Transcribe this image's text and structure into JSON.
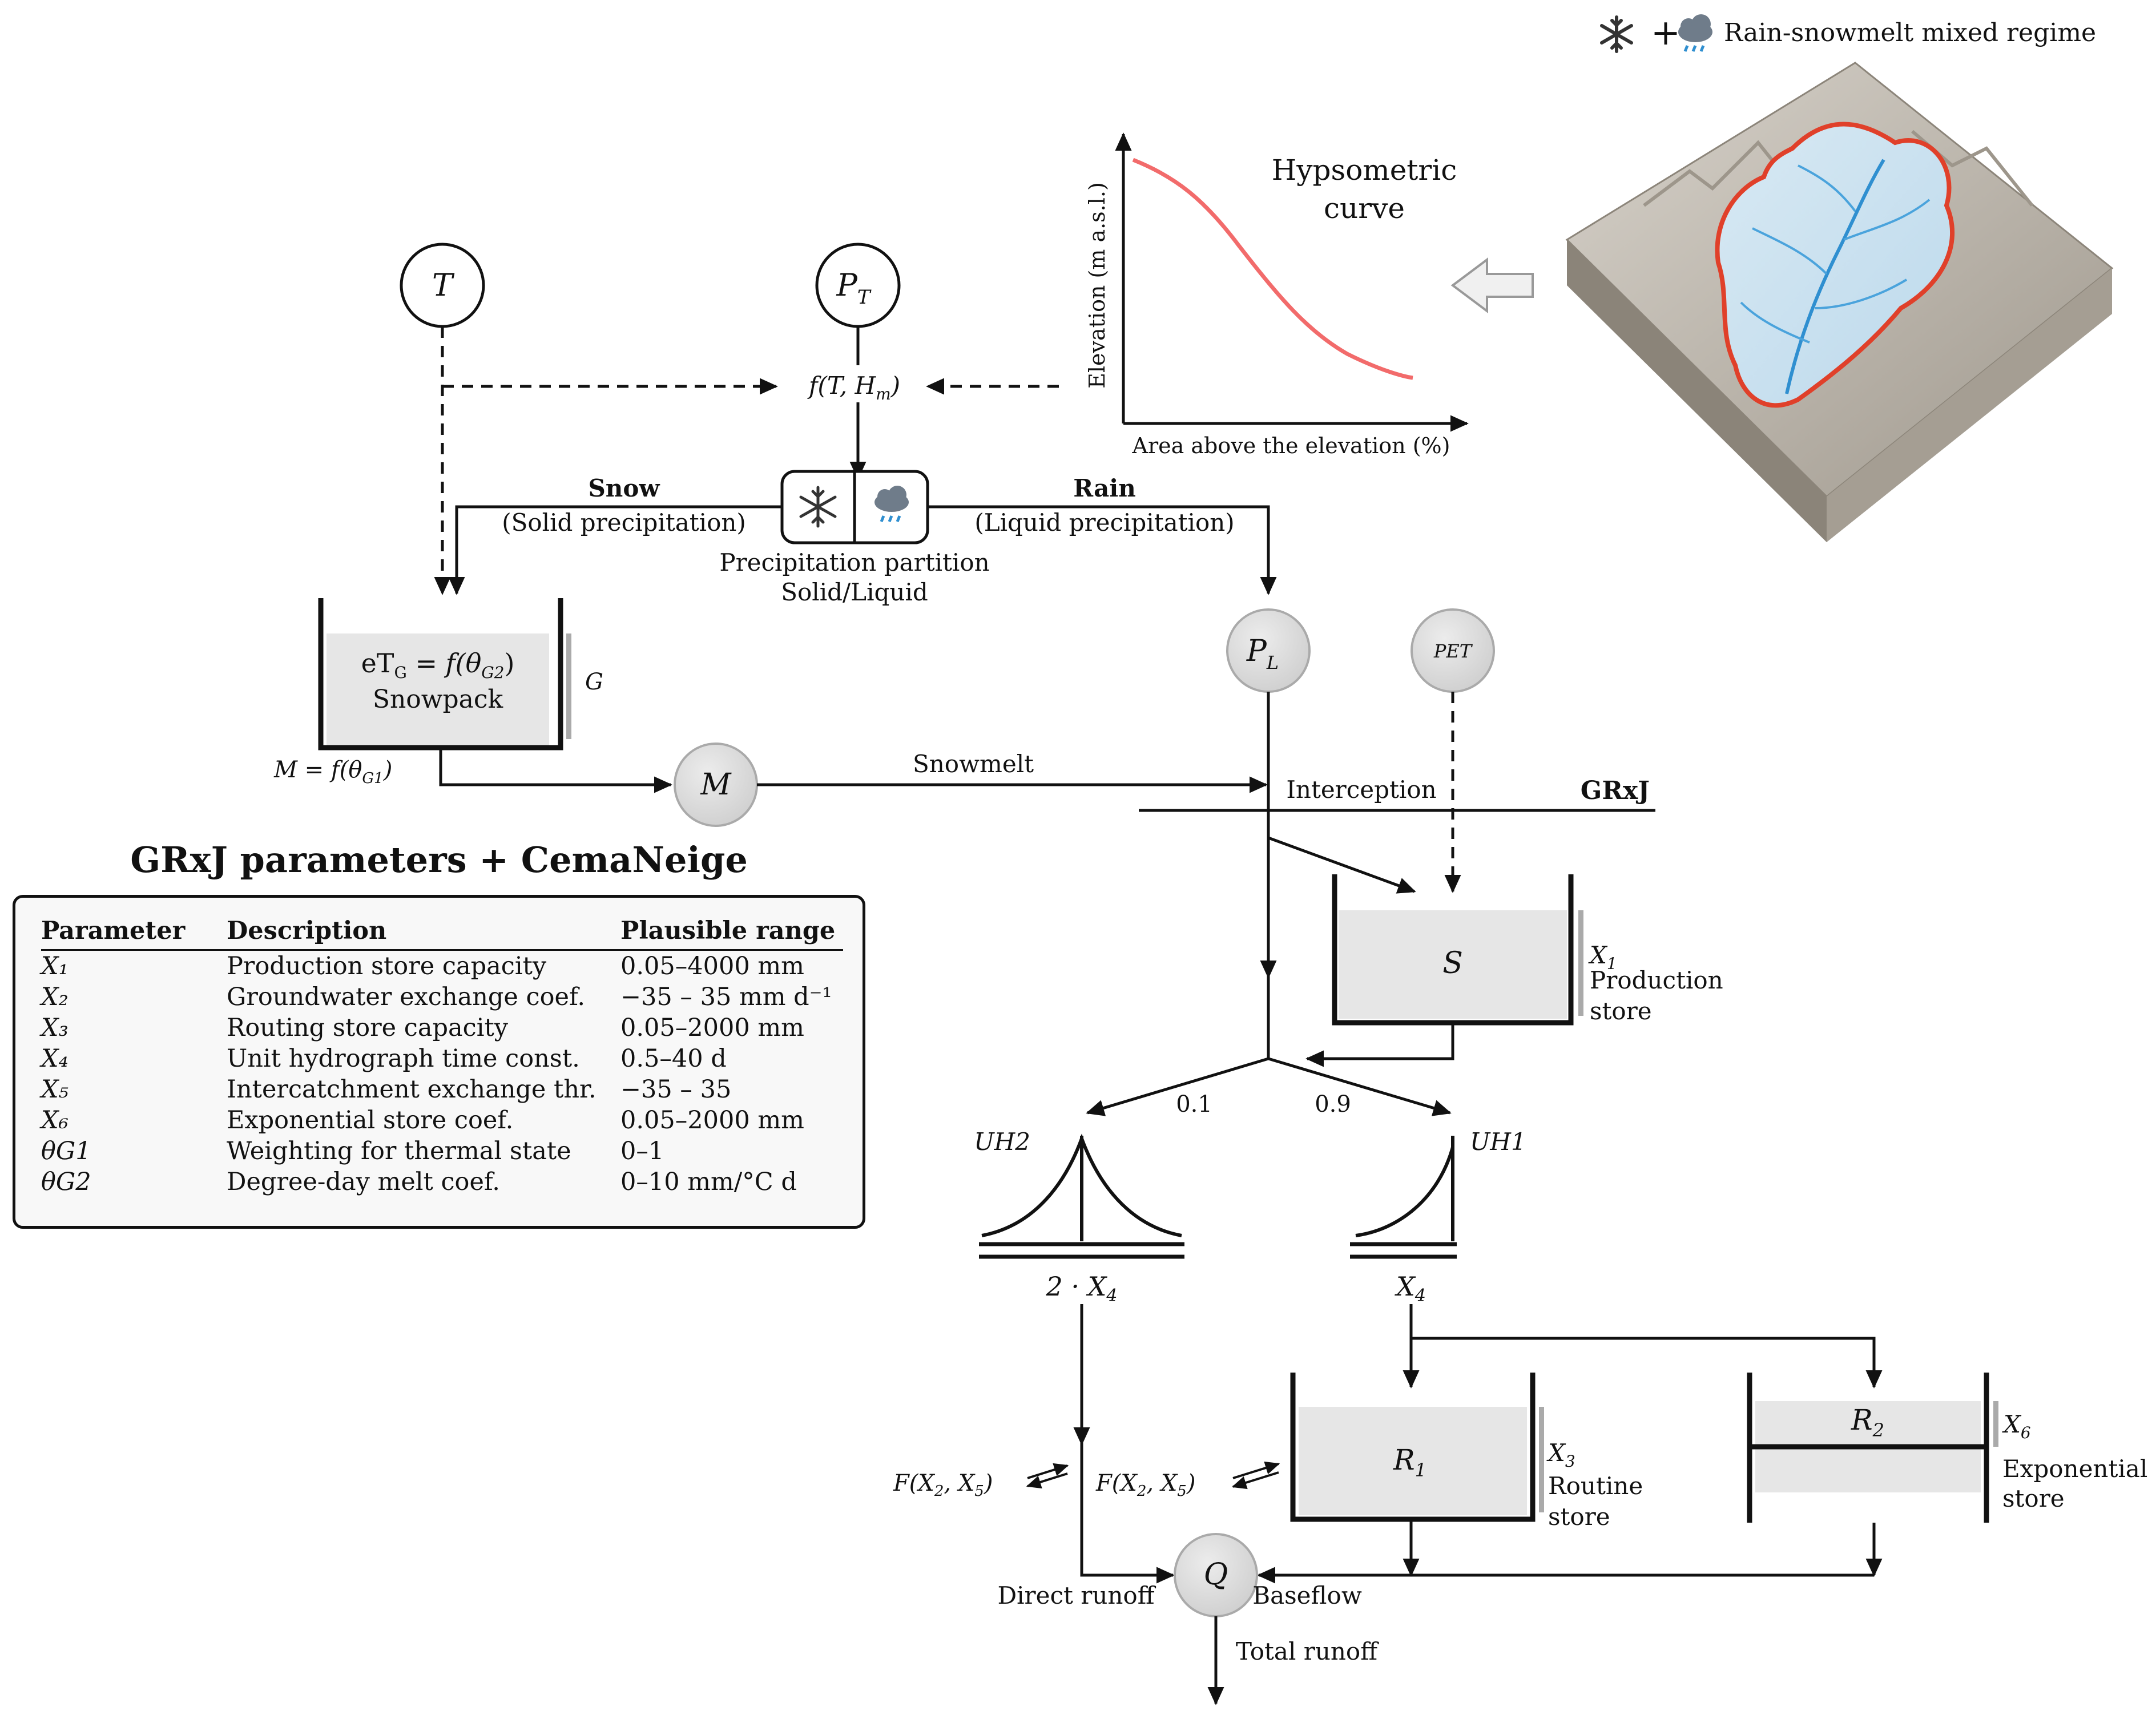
{
  "regime": {
    "label": "Rain-snowmelt mixed regime",
    "plus": "+"
  },
  "hypsometric": {
    "title_line1": "Hypsometric",
    "title_line2": "curve",
    "ylabel": "Elevation (m a.s.l.)",
    "xlabel": "Area above the elevation (%)",
    "curve_color": "#f26b6b"
  },
  "inputs": {
    "temperature": "T",
    "precip": "P",
    "precip_sub": "T",
    "function": "f(T, H",
    "function_sub": "m",
    "function_close": ")"
  },
  "partition": {
    "snow_label": "Snow",
    "snow_sub": "(Solid precipitation)",
    "rain_label": "Rain",
    "rain_sub": "(Liquid precipitation)",
    "caption_line1": "Precipitation partition",
    "caption_line2": "Solid/Liquid"
  },
  "snowpack": {
    "equation_left": "eT",
    "equation_sub": "G",
    "equation_right": " = f(θ",
    "equation_sub2": "G2",
    "equation_close": ")",
    "label": "Snowpack",
    "side_label": "G",
    "melt_eq": "M = f(θ",
    "melt_sub": "G1",
    "melt_close": ")"
  },
  "flow": {
    "melt_node": "M",
    "snowmelt_label": "Snowmelt",
    "pl_node": "P",
    "pl_sub": "L",
    "pet_node": "PET",
    "interception_label": "Interception",
    "model_label": "GRxJ"
  },
  "production_store": {
    "node": "S",
    "param": "X",
    "param_sub": "1",
    "label_line1": "Production",
    "label_line2": "store"
  },
  "split": {
    "left": "0.1",
    "right": "0.9"
  },
  "unit_hydrographs": {
    "uh2": "UH2",
    "uh1": "UH1",
    "uh2_time": "2 · X",
    "uh2_time_sub": "4",
    "uh1_time": "X",
    "uh1_time_sub": "4"
  },
  "routing_store": {
    "node": "R",
    "node_sub": "1",
    "param": "X",
    "param_sub": "3",
    "label_line1": "Routine",
    "label_line2": "store"
  },
  "exponential_store": {
    "node": "R",
    "node_sub": "2",
    "param": "X",
    "param_sub": "6",
    "label_line1": "Exponential",
    "label_line2": "store"
  },
  "exchange": {
    "label": "F(X",
    "sub1": "2",
    "mid": ", X",
    "sub2": "5",
    "close": ")"
  },
  "outflow": {
    "node": "Q",
    "direct_runoff": "Direct runoff",
    "baseflow": "Baseflow",
    "total_runoff": "Total runoff"
  },
  "params_table": {
    "title": "GRxJ parameters + CemaNeige",
    "headers": [
      "Parameter",
      "Description",
      "Plausible range"
    ],
    "rows": [
      {
        "symbol": "X₁",
        "description": "Production store capacity",
        "range": "0.05–4000 mm"
      },
      {
        "symbol": "X₂",
        "description": "Groundwater exchange coef.",
        "range": "−35 – 35 mm d⁻¹"
      },
      {
        "symbol": "X₃",
        "description": "Routing store capacity",
        "range": "0.05–2000 mm"
      },
      {
        "symbol": "X₄",
        "description": "Unit hydrograph time const.",
        "range": "0.5–40 d"
      },
      {
        "symbol": "X₅",
        "description": "Intercatchment exchange thr.",
        "range": "−35 – 35"
      },
      {
        "symbol": "X₆",
        "description": "Exponential store coef.",
        "range": "0.05–2000 mm"
      },
      {
        "symbol": "θG1",
        "description": "Weighting for thermal state",
        "range": "0–1"
      },
      {
        "symbol": "θG2",
        "description": "Degree-day melt coef.",
        "range": "0–10 mm/°C d"
      }
    ]
  },
  "colors": {
    "store_fill": "#e6e6e6",
    "node_fill": "#e0e0e0",
    "catchment_blue": "#2f8fd0",
    "catchment_outline": "#e0402a",
    "terrain": "#b8b2a8"
  }
}
